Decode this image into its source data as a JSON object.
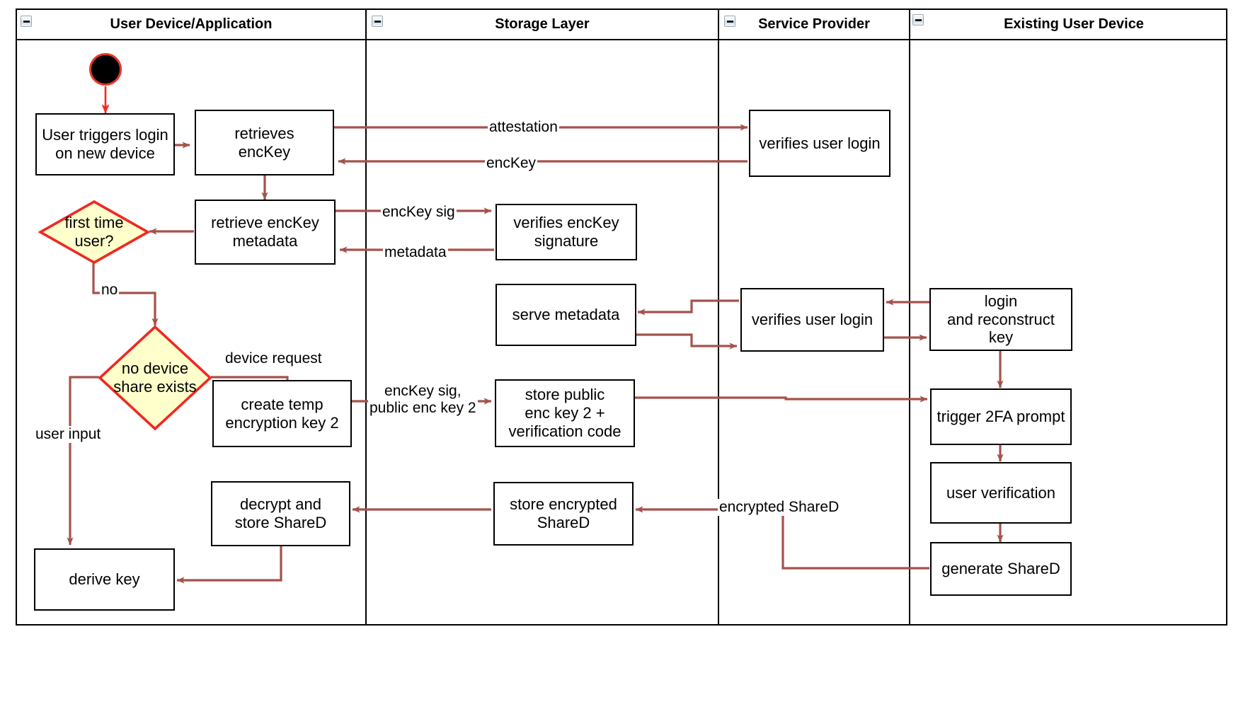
{
  "diagram": {
    "type": "uml-activity-swimlane",
    "colors": {
      "edge": "#a4524c",
      "start_edge": "#ef2b22",
      "decision_fill": "#ffffcc",
      "decision_stroke": "#ee2a22",
      "node_stroke": "#000000",
      "lane_stroke": "#000000",
      "background": "#ffffff"
    }
  },
  "lanes": [
    {
      "id": "user-device",
      "title": "User Device/Application",
      "collapse_icon": "collapse-minus-icon"
    },
    {
      "id": "storage-layer",
      "title": "Storage Layer",
      "collapse_icon": "collapse-minus-icon"
    },
    {
      "id": "service-provider",
      "title": "Service Provider",
      "collapse_icon": "collapse-minus-icon"
    },
    {
      "id": "existing-user-device",
      "title": "Existing User Device",
      "collapse_icon": "collapse-minus-icon"
    }
  ],
  "nodes": {
    "start": {
      "label": ""
    },
    "user_triggers_login": {
      "label": "User triggers login\non new device"
    },
    "retrieves_enckey": {
      "label": "retrieves\nencKey"
    },
    "retrieve_enckey_metadata": {
      "label": "retrieve encKey\nmetadata"
    },
    "create_temp_key": {
      "label": "create temp\nencryption key 2"
    },
    "decrypt_store_shared": {
      "label": "decrypt and\nstore ShareD"
    },
    "derive_key": {
      "label": "derive key"
    },
    "verifies_enckey_signature": {
      "label": "verifies encKey\nsignature"
    },
    "serve_metadata": {
      "label": "serve metadata"
    },
    "store_public_key": {
      "label": "store public\nenc key 2 +\nverification code"
    },
    "store_encrypted_shared": {
      "label": "store encrypted\nShareD"
    },
    "verifies_user_login_top": {
      "label": "verifies user login"
    },
    "verifies_user_login_mid": {
      "label": "verifies user login"
    },
    "login_reconstruct": {
      "label": "login\nand reconstruct key"
    },
    "trigger_2fa": {
      "label": "trigger 2FA prompt"
    },
    "user_verification": {
      "label": "user verification"
    },
    "generate_shared": {
      "label": "generate ShareD"
    }
  },
  "decisions": {
    "first_time_user": {
      "label": "first time\nuser?"
    },
    "no_device_share": {
      "label": "no device\nshare exists"
    }
  },
  "edge_labels": {
    "attestation": "attestation",
    "enckey": "encKey",
    "enckey_sig": "encKey sig",
    "metadata": "metadata",
    "no": "no",
    "device_request": "device request",
    "enckey_sig_public": "encKey sig,\npublic enc key 2",
    "user_input": "user input",
    "encrypted_shared": "encrypted ShareD"
  }
}
